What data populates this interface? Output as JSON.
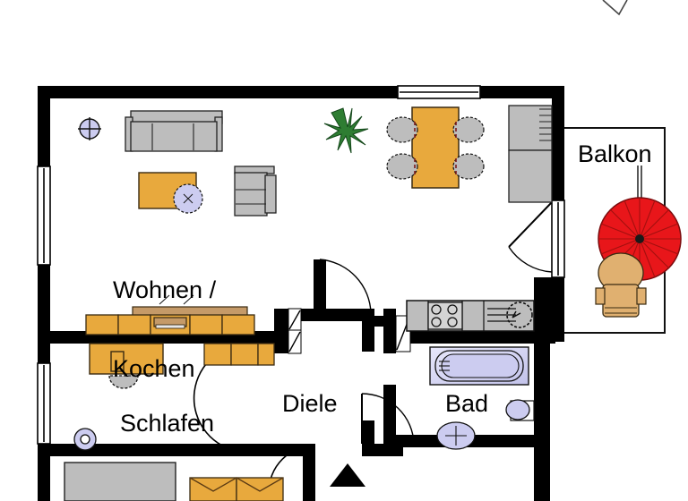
{
  "document": {
    "type": "floor-plan",
    "title": "Wohnungsgrundriss",
    "orientation": "north-arrow-bottom"
  },
  "rooms": [
    {
      "id": "wohnen-kochen",
      "label": "Wohnen /\nKochen",
      "label_line1": "Wohnen /",
      "label_line2": "Kochen"
    },
    {
      "id": "schlafen",
      "label": "Schlafen"
    },
    {
      "id": "diele",
      "label": "Diele"
    },
    {
      "id": "bad",
      "label": "Bad"
    },
    {
      "id": "balkon",
      "label": "Balkon"
    }
  ],
  "colors": {
    "wall": "#000000",
    "floor": "#ffffff",
    "furniture_wood": "#e8a93d",
    "furniture_wood_dark": "#b98b55",
    "furniture_gray": "#bdbdbd",
    "furniture_gray_dark": "#9e9e9e",
    "sanitary_blue": "#ccccf0",
    "plant_green": "#2e7d32",
    "parasol_red": "#e8161a",
    "outline": "#1a1a1a"
  },
  "fixtures": {
    "living": [
      "sofa",
      "coffee-table",
      "armchair",
      "potted-plant",
      "ceiling-light",
      "floor-lamp"
    ],
    "dining": [
      "dining-table",
      "chair",
      "chair",
      "chair",
      "chair"
    ],
    "kitchen": [
      "tall-cabinet",
      "base-cabinets",
      "cooktop",
      "kitchen-sink",
      "wall-cabinets"
    ],
    "bath": [
      "bathtub",
      "toilet",
      "washbasin"
    ],
    "bedroom": [
      "bed",
      "desk",
      "desk-chair",
      "wardrobe",
      "sideboard",
      "ceiling-light"
    ],
    "balcony": [
      "parasol",
      "lounge-chair"
    ]
  },
  "openings": {
    "windows": [
      "window-left-upper",
      "window-left-lower",
      "window-top",
      "window-right"
    ],
    "doors": [
      "door-balcony",
      "door-diele-wohnen",
      "door-diele-bad",
      "door-diele-schlafen",
      "door-entry"
    ]
  },
  "annotations": {
    "entry_arrow": "entrance-direction-arrow"
  }
}
